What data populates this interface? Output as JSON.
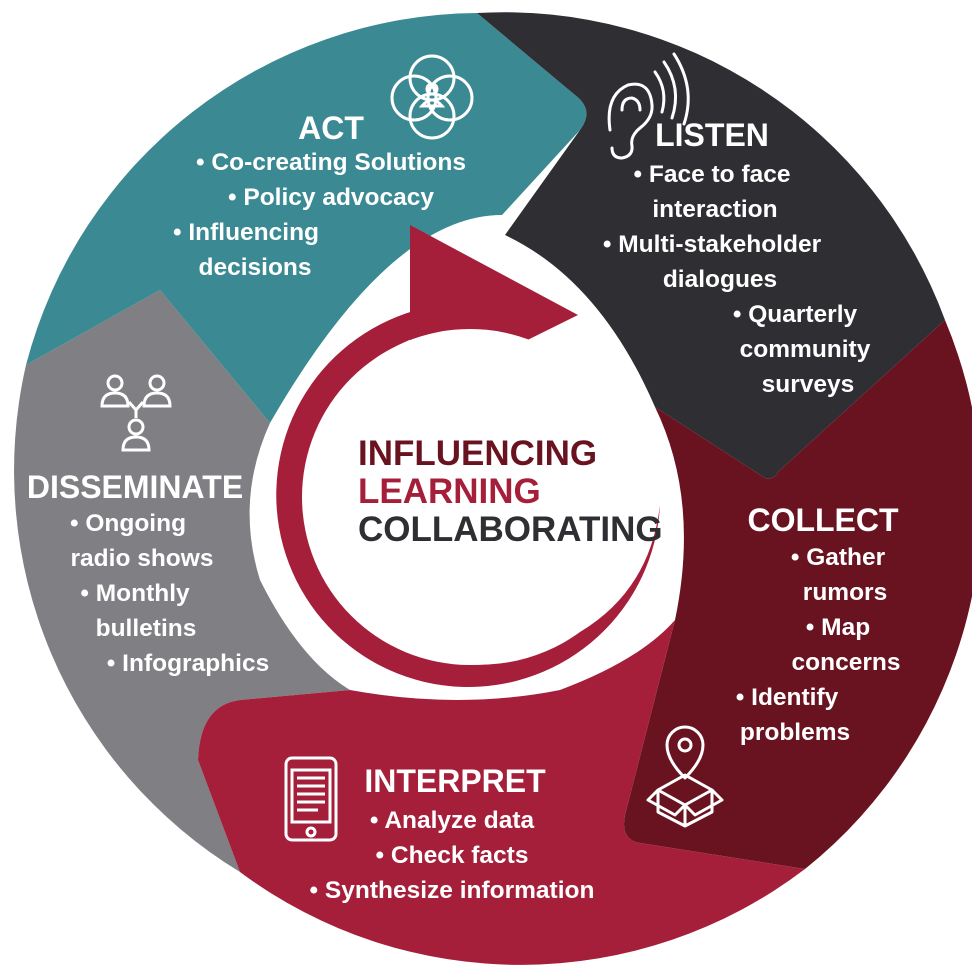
{
  "colors": {
    "act": "#3b8a93",
    "listen": "#2f2e33",
    "collect": "#6a1320",
    "interpret": "#a51f3a",
    "disseminate": "#7f7f84",
    "arrow": "#a51f3a",
    "center_dark": "#2f2e33",
    "center_maroon": "#6a1320",
    "text_light": "#ffffff"
  },
  "center": {
    "line1": "INFLUENCING",
    "line2": "LEARNING",
    "line3": "COLLABORATING"
  },
  "segments": {
    "act": {
      "title": "ACT",
      "icon": "overlapping-circles-person-icon",
      "items": [
        "• Co-creating Solutions",
        "• Policy advocacy",
        "• Influencing",
        "decisions"
      ]
    },
    "listen": {
      "title": "LISTEN",
      "icon": "ear-listening-icon",
      "items": [
        "• Face to face",
        "interaction",
        "• Multi-stakeholder",
        "dialogues",
        "• Quarterly",
        "community",
        "surveys"
      ]
    },
    "collect": {
      "title": "COLLECT",
      "icon": "map-pin-box-icon",
      "items": [
        "• Gather",
        "rumors",
        "• Map",
        "concerns",
        "• Identify",
        "problems"
      ]
    },
    "interpret": {
      "title": "INTERPRET",
      "icon": "tablet-document-icon",
      "items": [
        "• Analyze data",
        "• Check facts",
        "• Synthesize information"
      ]
    },
    "disseminate": {
      "title": "DISSEMINATE",
      "icon": "people-network-icon",
      "items": [
        "• Ongoing",
        "radio shows",
        "• Monthly",
        "bulletins",
        "• Infographics"
      ]
    }
  }
}
